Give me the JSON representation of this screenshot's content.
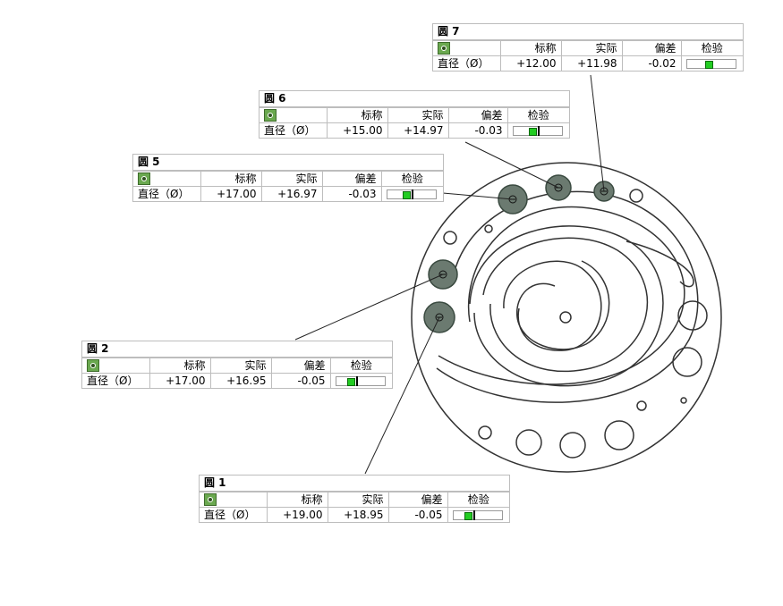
{
  "colors": {
    "feature_fill": "#6b7a70",
    "feature_stroke": "#3a4a40",
    "outline": "#333333",
    "check_ok": "#22cc22"
  },
  "icons": {
    "feature_icon": "circle-feature-icon"
  },
  "callouts": [
    {
      "title": "圆 7",
      "col_nominal": "标称",
      "col_actual": "实际",
      "col_dev": "偏差",
      "col_check": "检验",
      "row_label": "直径（Ø）",
      "nominal": "+12.00",
      "actual": "+11.98",
      "deviation": "-0.02",
      "check_level": 0.45,
      "check_marker": false
    },
    {
      "title": "圆 6",
      "col_nominal": "标称",
      "col_actual": "实际",
      "col_dev": "偏差",
      "col_check": "检验",
      "row_label": "直径（Ø）",
      "nominal": "+15.00",
      "actual": "+14.97",
      "deviation": "-0.03",
      "check_level": 0.38,
      "check_marker": true
    },
    {
      "title": "圆 5",
      "col_nominal": "标称",
      "col_actual": "实际",
      "col_dev": "偏差",
      "col_check": "检验",
      "row_label": "直径（Ø）",
      "nominal": "+17.00",
      "actual": "+16.97",
      "deviation": "-0.03",
      "check_level": 0.38,
      "check_marker": true
    },
    {
      "title": "圆 2",
      "col_nominal": "标称",
      "col_actual": "实际",
      "col_dev": "偏差",
      "col_check": "检验",
      "row_label": "直径（Ø）",
      "nominal": "+17.00",
      "actual": "+16.95",
      "deviation": "-0.05",
      "check_level": 0.3,
      "check_marker": true
    },
    {
      "title": "圆 1",
      "col_nominal": "标称",
      "col_actual": "实际",
      "col_dev": "偏差",
      "col_check": "检验",
      "row_label": "直径（Ø）",
      "nominal": "+19.00",
      "actual": "+18.95",
      "deviation": "-0.05",
      "check_level": 0.3,
      "check_marker": true
    }
  ]
}
